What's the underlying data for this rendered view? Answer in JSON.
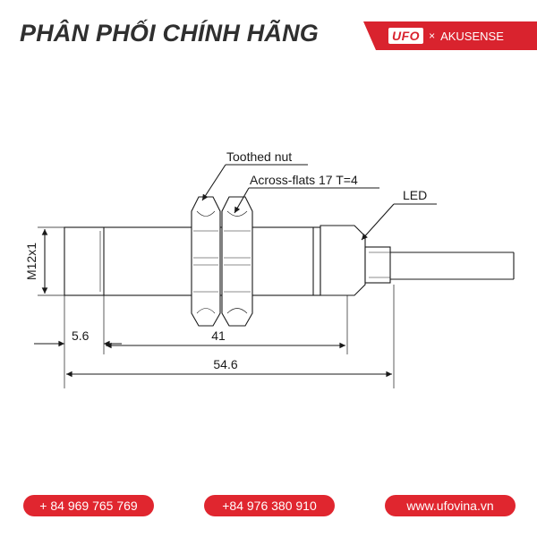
{
  "header": {
    "title": "PHÂN PHỐI CHÍNH HÃNG"
  },
  "brand": {
    "logo": "UFO",
    "separator": "×",
    "partner": "AKUSENSE",
    "color": "#d9232e"
  },
  "drawing": {
    "labels": {
      "nut": "Toothed nut",
      "flats": "Across-flats 17  T=4",
      "led": "LED",
      "thread": "M12x1"
    },
    "dimensions": {
      "d1": "5.6",
      "d2": "41",
      "d3": "54.6"
    }
  },
  "contacts": [
    {
      "label": "+ 84 969 765 769"
    },
    {
      "label": "+84 976 380 910"
    },
    {
      "label": "www.ufovina.vn"
    }
  ],
  "accent_color": "#e0262f"
}
